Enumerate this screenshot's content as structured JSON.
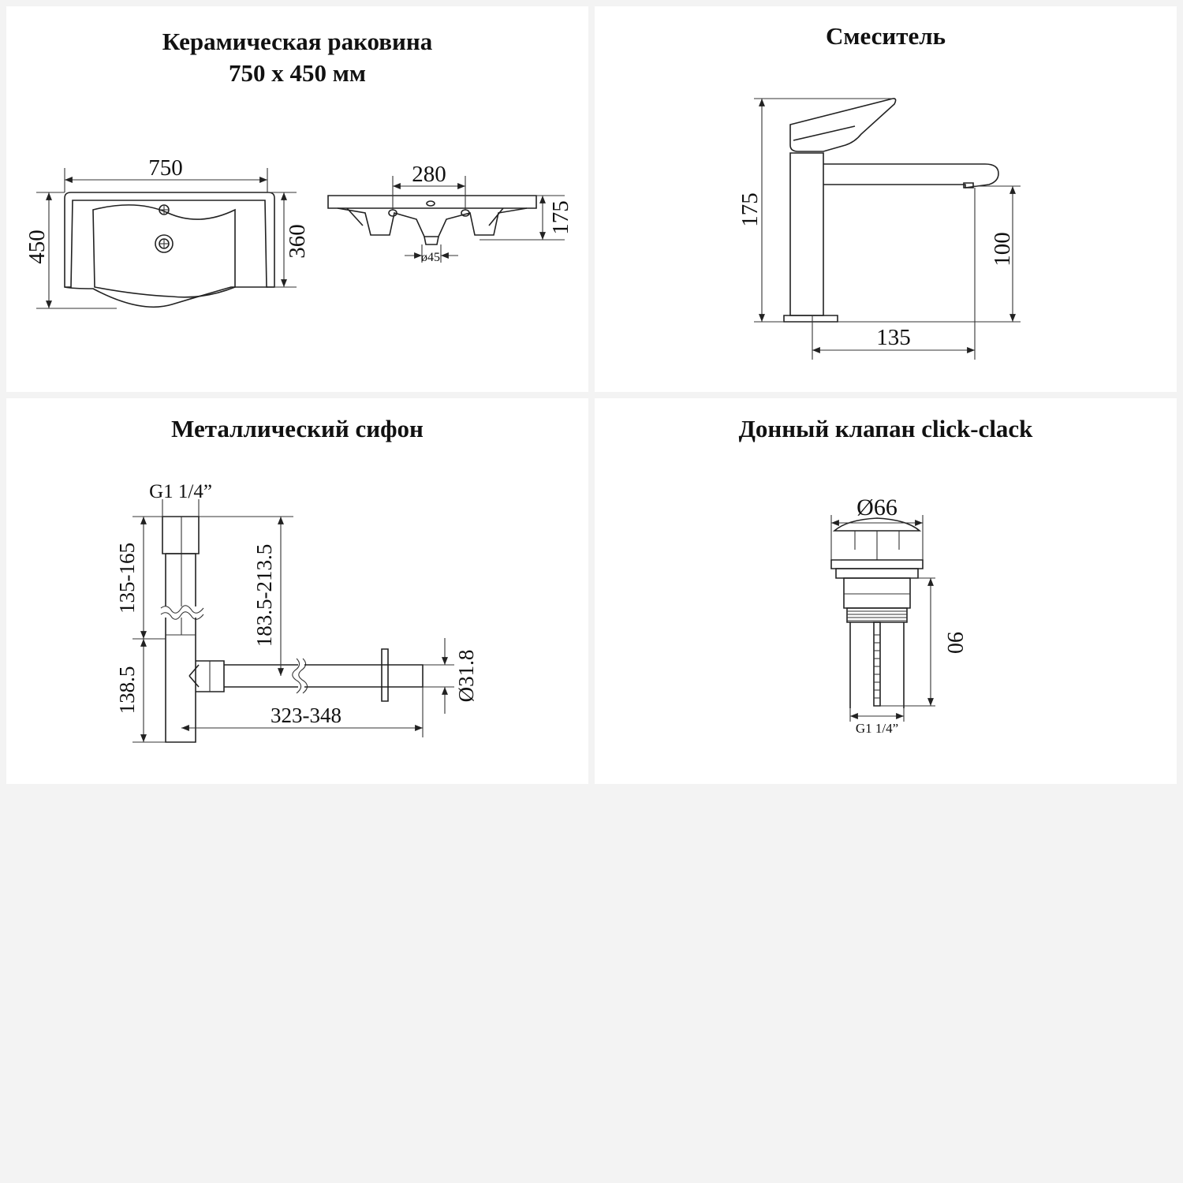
{
  "panels": {
    "sink": {
      "title_line1": "Керамическая раковина",
      "title_line2": "750 х 450 мм",
      "dims": {
        "width": "750",
        "depth": "450",
        "inner": "360",
        "tap_spacing": "280",
        "height": "175",
        "drain": "ø45"
      }
    },
    "mixer": {
      "title": "Смеситель",
      "dims": {
        "height": "175",
        "spout_height": "100",
        "reach": "135"
      }
    },
    "siphon": {
      "title": "Металлический сифон",
      "dims": {
        "thread": "G1 1/4”",
        "pipe_range": "135-165",
        "lower": "138.5",
        "outlet_height": "183.5-213.5",
        "length": "323-348",
        "diameter": "Ø31.8"
      }
    },
    "valve": {
      "title": "Донный клапан click-clack",
      "dims": {
        "cap": "Ø66",
        "height": "90",
        "thread": "G1 1/4”"
      }
    }
  },
  "colors": {
    "background": "#f3f3f3",
    "panel": "#ffffff",
    "ink": "#222222"
  }
}
